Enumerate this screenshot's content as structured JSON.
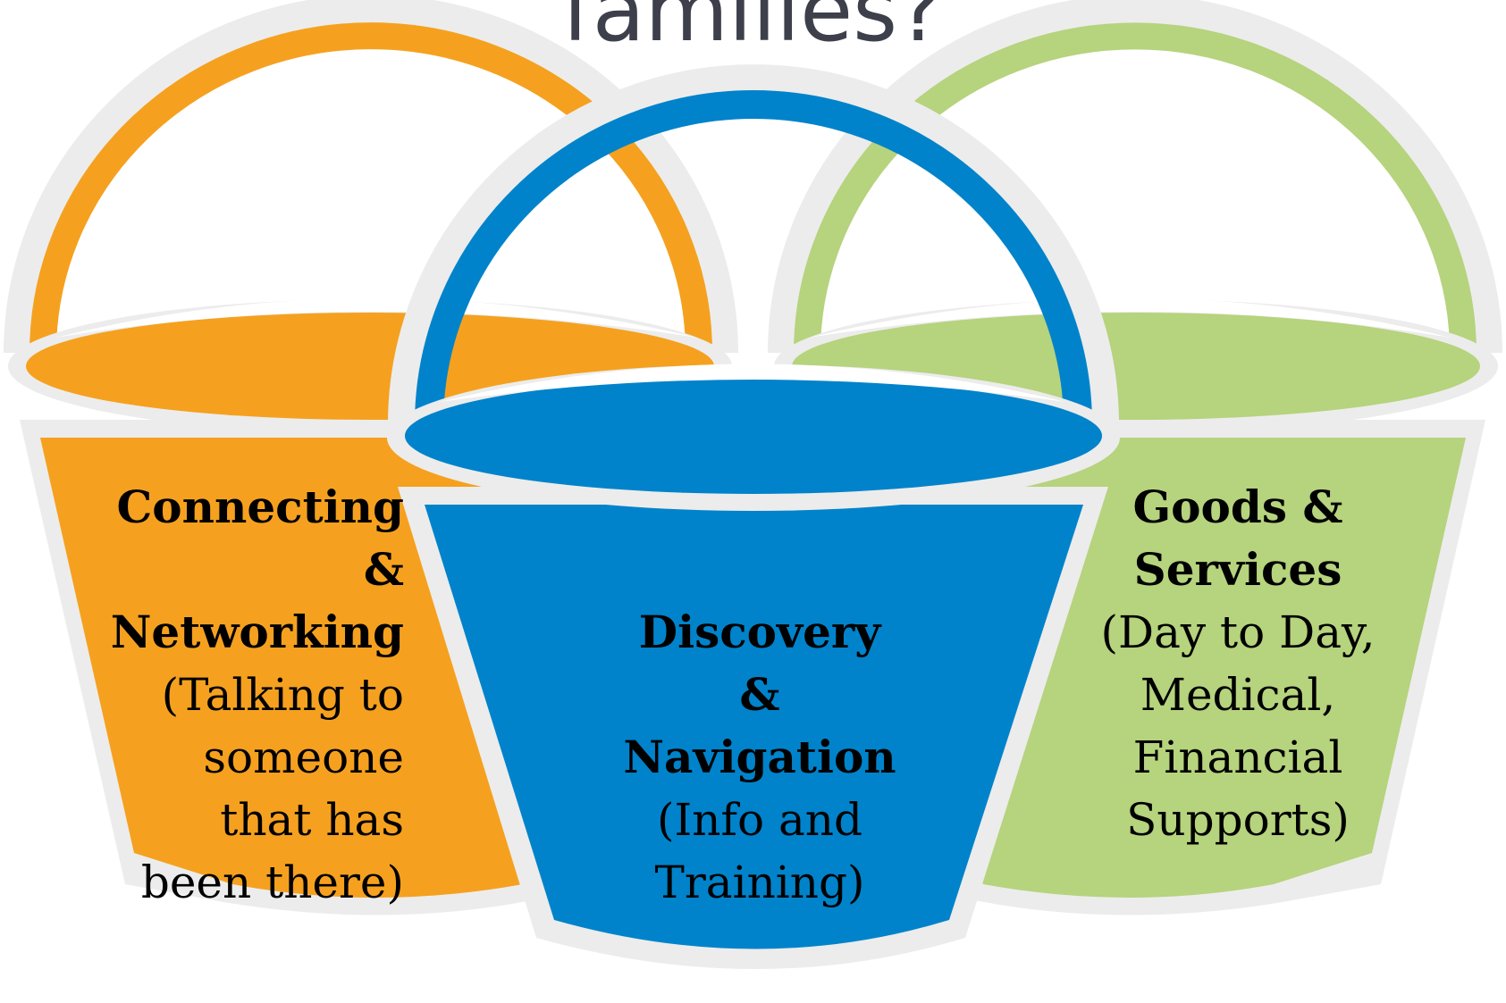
{
  "title": "families?",
  "colors": {
    "orange": "#f5a11f",
    "blue": "#0083cb",
    "green": "#b6d37d",
    "outline": "#ececec",
    "text": "#000000",
    "title": "#3d3f4b"
  },
  "buckets": [
    {
      "id": "connecting",
      "color": "orange",
      "heading": [
        "Connecting",
        "&",
        "Networking"
      ],
      "detail": [
        "(Talking to",
        "someone",
        "that has",
        "been there)"
      ]
    },
    {
      "id": "discovery",
      "color": "blue",
      "heading": [
        "Discovery",
        "&",
        "Navigation"
      ],
      "detail": [
        "(Info and",
        "Training)"
      ]
    },
    {
      "id": "goods",
      "color": "green",
      "heading": [
        "Goods &",
        "Services"
      ],
      "detail": [
        "(Day to Day,",
        "Medical,",
        "Financial",
        "Supports)"
      ]
    }
  ]
}
